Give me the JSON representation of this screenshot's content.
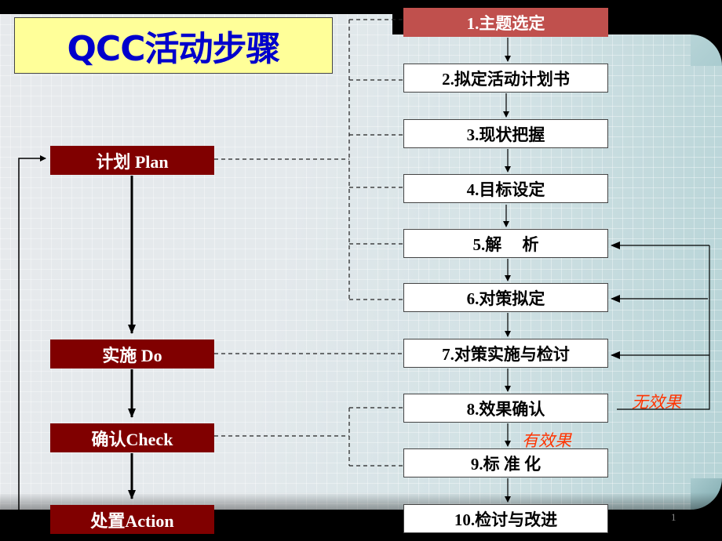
{
  "title": "QCC活动步骤",
  "colors": {
    "title_bg": "#FFFF99",
    "title_text": "#0000CC",
    "pdca_bg": "#800000",
    "step_first_bg": "#C0504D",
    "feedback_label": "#FF3300"
  },
  "pdca": [
    {
      "label": "计划 Plan"
    },
    {
      "label": "实施 Do"
    },
    {
      "label": "确认Check"
    },
    {
      "label": "处置Action"
    }
  ],
  "steps": [
    {
      "label": "1.主题选定"
    },
    {
      "label": "2.拟定活动计划书"
    },
    {
      "label": "3.现状把握"
    },
    {
      "label": "4.目标设定"
    },
    {
      "label": "5.解　 析"
    },
    {
      "label": "6.对策拟定"
    },
    {
      "label": "7.对策实施与检讨"
    },
    {
      "label": "8.效果确认"
    },
    {
      "label": "9.标 准 化"
    },
    {
      "label": "10.检讨与改进"
    }
  ],
  "feedback": {
    "no_effect": "无效果",
    "effective": "有效果"
  },
  "page_number": "1"
}
